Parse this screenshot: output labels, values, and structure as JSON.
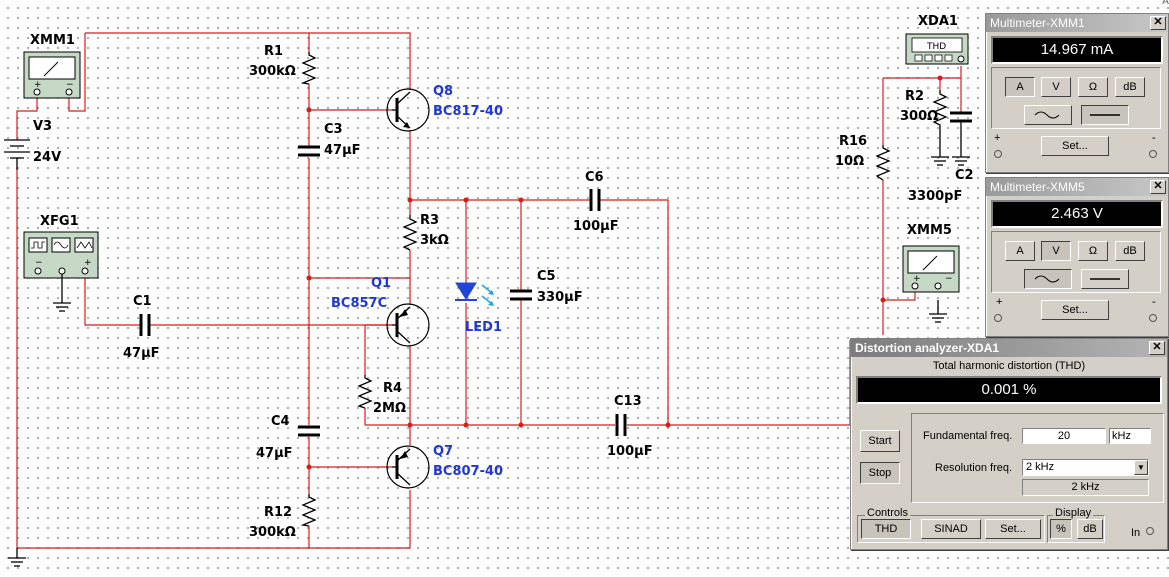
{
  "colors": {
    "wire": "#d81c1c",
    "label": "#000000",
    "transistor_label": "#1f36d8",
    "display_bg": "#000000"
  },
  "components": {
    "xmm1": "XMM1",
    "v3": "V3",
    "v3_value": "24V",
    "xfg1": "XFG1",
    "c1": "C1",
    "c1_value": "47µF",
    "r1": "R1",
    "r1_value": "300kΩ",
    "c3": "C3",
    "c3_value": "47µF",
    "q8": "Q8",
    "q8_part": "BC817-40",
    "r3": "R3",
    "r3_value": "3kΩ",
    "q1": "Q1",
    "q1_part": "BC857C",
    "r4": "R4",
    "r4_value": "2MΩ",
    "c4": "C4",
    "c4_value": "47µF",
    "q7": "Q7",
    "q7_part": "BC807-40",
    "r12": "R12",
    "r12_value": "300kΩ",
    "led1": "LED1",
    "c5": "C5",
    "c5_value": "330µF",
    "c6": "C6",
    "c6_value": "100µF",
    "c13": "C13",
    "c13_value": "100µF",
    "xda1": "XDA1",
    "xda1_face": "THD",
    "r2": "R2",
    "r2_value": "300Ω",
    "c2": "C2",
    "c2_value": "3300pF",
    "r16": "R16",
    "r16_value": "10Ω",
    "xmm5": "XMM5"
  },
  "multimeter_xmm1": {
    "title": "Multimeter-XMM1",
    "reading": "14.967 mA",
    "buttons": [
      "A",
      "V",
      "Ω",
      "dB"
    ],
    "set_label": "Set...",
    "plus": "+",
    "minus": "-"
  },
  "multimeter_xmm5": {
    "title": "Multimeter-XMM5",
    "reading": "2.463 V",
    "buttons": [
      "A",
      "V",
      "Ω",
      "dB"
    ],
    "set_label": "Set...",
    "plus": "+",
    "minus": "-"
  },
  "distortion": {
    "title": "Distortion analyzer-XDA1",
    "heading": "Total harmonic distortion (THD)",
    "reading": "0.001 %",
    "start_label": "Start",
    "stop_label": "Stop",
    "fund_label": "Fundamental freq.",
    "fund_value": "20",
    "fund_unit": "kHz",
    "res_label": "Resolution freq.",
    "res_value": "2 kHz",
    "res_readout": "2 kHz",
    "controls_label": "Controls",
    "thd_btn": "THD",
    "sinad_btn": "SINAD",
    "set_btn": "Set...",
    "display_label": "Display",
    "percent_btn": "%",
    "db_btn": "dB",
    "in_label": "In"
  },
  "corner_marker": "A"
}
